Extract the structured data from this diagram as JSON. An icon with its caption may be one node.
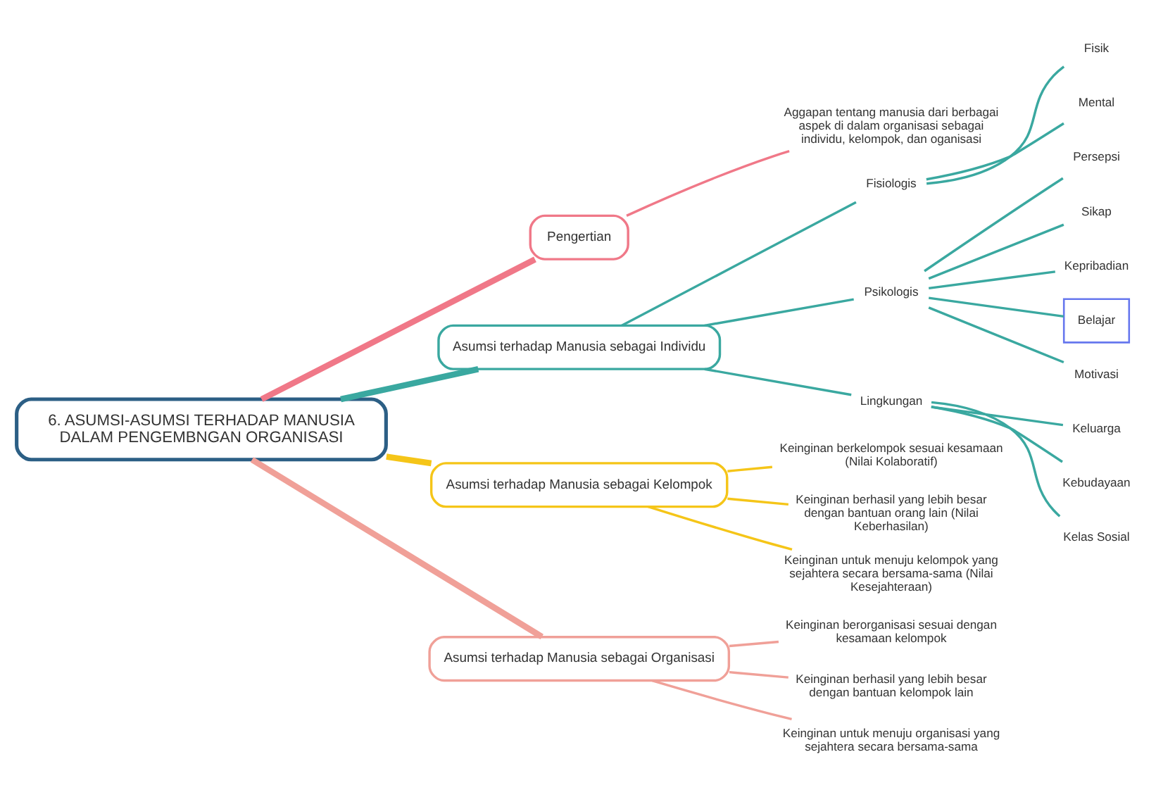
{
  "diagram": {
    "nodes": [
      {
        "text": [
          "6. ASUMSI-ASUMSI TERHADAP MANUSIA DALAM PENGEMBNGAN ORGANISASI"
        ]
      },
      {
        "text": [
          "Pengertian"
        ]
      },
      {
        "text": [
          "Aggapan tentang manusia dari berbagai aspek di dalam organisasi sebagai individu, kelompok, dan oganisasi"
        ]
      },
      {
        "text": [
          "Asumsi terhadap Manusia sebagai Individu"
        ]
      },
      {
        "text": [
          "Fisiologis"
        ]
      },
      {
        "text": [
          "Fisik"
        ]
      },
      {
        "text": [
          "Mental"
        ]
      },
      {
        "text": [
          "Psikologis"
        ]
      },
      {
        "text": [
          "Persepsi"
        ]
      },
      {
        "text": [
          "Sikap"
        ]
      },
      {
        "text": [
          "Kepribadian"
        ]
      },
      {
        "text": [
          "Belajar"
        ]
      },
      {
        "text": [
          "Motivasi"
        ]
      },
      {
        "text": [
          "Lingkungan"
        ]
      },
      {
        "text": [
          "Keluarga"
        ]
      },
      {
        "text": [
          "Kebudayaan"
        ]
      },
      {
        "text": [
          "Kelas Sosial"
        ]
      },
      {
        "text": [
          "Asumsi terhadap Manusia sebagai Kelompok"
        ]
      },
      {
        "text": [
          "Keinginan berkelompok sesuai kesamaan (Nilai Kolaboratif)"
        ]
      },
      {
        "text": [
          "Keinginan berhasil yang lebih besar dengan bantuan orang lain (Nilai Keberhasilan)"
        ]
      },
      {
        "text": [
          "Keinginan untuk menuju kelompok yang sejahtera secara bersama-sama (Nilai Kesejahteraan)"
        ]
      },
      {
        "text": [
          "Asumsi terhadap Manusia sebagai Organisasi"
        ]
      },
      {
        "text": [
          "Keinginan berorganisasi sesuai dengan kesamaan kelompok"
        ]
      },
      {
        "text": [
          "Keinginan berhasil yang lebih besar dengan bantuan kelompok lain"
        ]
      },
      {
        "text": [
          "Keinginan untuk menuju organisasi yang sejahtera secara bersama-sama"
        ]
      }
    ],
    "edges": [
      {
        "from": 0,
        "to": 1,
        "arrow": "none",
        "style": "thick",
        "color": "#f07888"
      },
      {
        "from": 1,
        "to": 2,
        "arrow": "none",
        "color": "#f07888"
      },
      {
        "from": 0,
        "to": 3,
        "arrow": "none",
        "style": "thick"
      },
      {
        "from": 3,
        "to": 4,
        "arrow": "none"
      },
      {
        "from": 4,
        "to": 5,
        "arrow": "none"
      },
      {
        "from": 4,
        "to": 6,
        "arrow": "none"
      },
      {
        "from": 3,
        "to": 7,
        "arrow": "none"
      },
      {
        "from": 7,
        "to": 8,
        "arrow": "none"
      },
      {
        "from": 7,
        "to": 9,
        "arrow": "none"
      },
      {
        "from": 7,
        "to": 10,
        "arrow": "none"
      },
      {
        "from": 7,
        "to": 11,
        "arrow": "none"
      },
      {
        "from": 7,
        "to": 12,
        "arrow": "none"
      },
      {
        "from": 3,
        "to": 13,
        "arrow": "none"
      },
      {
        "from": 13,
        "to": 14,
        "arrow": "none"
      },
      {
        "from": 13,
        "to": 15,
        "arrow": "none"
      },
      {
        "from": 13,
        "to": 16,
        "arrow": "none"
      },
      {
        "from": 0,
        "to": 17,
        "arrow": "none",
        "style": "thick",
        "color": "#f5c518"
      },
      {
        "from": 17,
        "to": 18,
        "arrow": "none",
        "color": "#f5c518"
      },
      {
        "from": 17,
        "to": 19,
        "arrow": "none",
        "color": "#f5c518"
      },
      {
        "from": 17,
        "to": 20,
        "arrow": "none",
        "color": "#f5c518"
      },
      {
        "from": 0,
        "to": 21,
        "arrow": "none",
        "style": "thick",
        "color": "#f0a098"
      },
      {
        "from": 21,
        "to": 22,
        "arrow": "none",
        "color": "#f0a098"
      },
      {
        "from": 21,
        "to": 23,
        "arrow": "none",
        "color": "#f0a098"
      },
      {
        "from": 21,
        "to": 24,
        "arrow": "none",
        "color": "#f0a098"
      }
    ]
  }
}
